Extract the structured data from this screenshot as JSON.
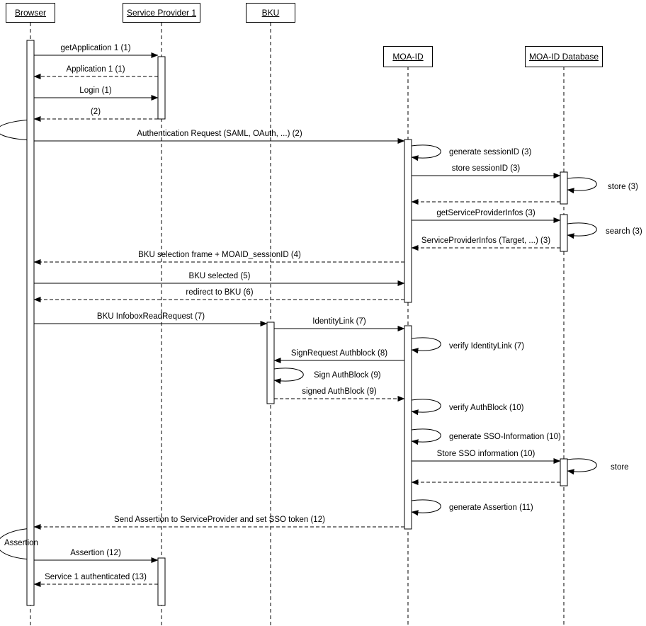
{
  "actors": {
    "browser": {
      "label": "Browser"
    },
    "service_provider": {
      "label": "Service Provider 1"
    },
    "bku": {
      "label": "BKU"
    },
    "moa_id": {
      "label": "MOA-ID"
    },
    "moa_id_db": {
      "label": "MOA-ID Database"
    }
  },
  "messages": {
    "get_application": "getApplication 1 (1)",
    "application": "Application 1 (1)",
    "login": "Login (1)",
    "return_2": "(2)",
    "auth_request": "Authentication Request (SAML, OAuth, ...)  (2)",
    "generate_session_id": "generate sessionID  (3)",
    "store_session_id": "store sessionID (3)",
    "store_3": "store (3)",
    "get_service_provider_infos": "getServiceProviderInfos (3)",
    "search_3": "search (3)",
    "service_provider_infos": "ServiceProviderInfos (Target, ...) (3)",
    "bku_selection_frame": "BKU selection frame + MOAID_sessionID (4)",
    "bku_selected": "BKU selected (5)",
    "redirect_to_bku": "redirect to BKU (6)",
    "bku_infobox_read_request": "BKU InfoboxReadRequest (7)",
    "identity_link": "IdentityLink (7)",
    "verify_identity_link": "verify IdentityLink (7)",
    "sign_request_authblock": "SignRequest Authblock (8)",
    "sign_authblock": "Sign AuthBlock (9)",
    "signed_authblock": "signed AuthBlock (9)",
    "verify_authblock": "verify AuthBlock (10)",
    "generate_sso_information": "generate SSO-Information (10)",
    "store_sso_information": "Store SSO information (10)",
    "store": "store",
    "generate_assertion": "generate Assertion (11)",
    "send_assertion": "Send Assertion to ServiceProvider and set SSO token (12)",
    "assertion": "Assertion",
    "assertion_12": "Assertion (12)",
    "service_1_authenticated": "Service 1 authenticated (13)"
  }
}
